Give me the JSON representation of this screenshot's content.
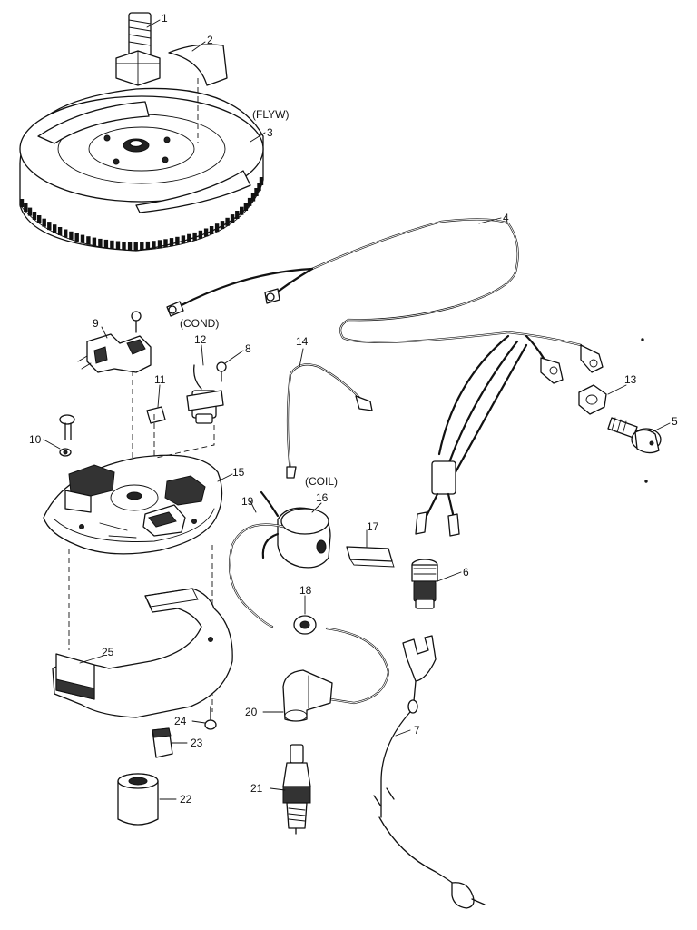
{
  "diagram": {
    "callouts": {
      "c1": "1",
      "c2": "2",
      "c3": "3",
      "c4": "4",
      "c5": "5",
      "c6": "6",
      "c7": "7",
      "c8": "8",
      "c9": "9",
      "c10": "10",
      "c11": "11",
      "c12": "12",
      "c13": "13",
      "c14": "14",
      "c15": "15",
      "c16": "16",
      "c17": "17",
      "c18": "18",
      "c19": "19",
      "c20": "20",
      "c21": "21",
      "c22": "22",
      "c23": "23",
      "c24": "24",
      "c25": "25"
    },
    "tags": {
      "flywheel": "(FLYW)",
      "condenser": "(COND)",
      "coil": "(COIL)"
    }
  }
}
